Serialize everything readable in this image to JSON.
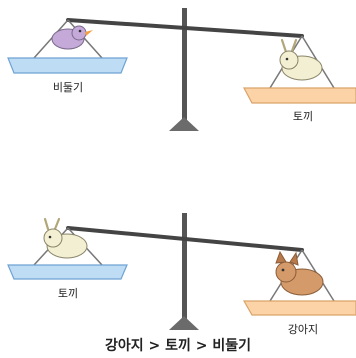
{
  "scale_top": {
    "left_label": "비둘기",
    "right_label": "토끼"
  },
  "scale_bottom": {
    "left_label": "토끼",
    "right_label": "강아지"
  },
  "result_text": "강아지 > 토끼 > 비둘기",
  "colors": {
    "beam": "#444444",
    "pan_left": "#bfdcf5",
    "pan_right": "#fbd3a6",
    "pigeon": "#c4a9d9",
    "rabbit": "#f3efd2",
    "dog": "#d49a6a"
  }
}
